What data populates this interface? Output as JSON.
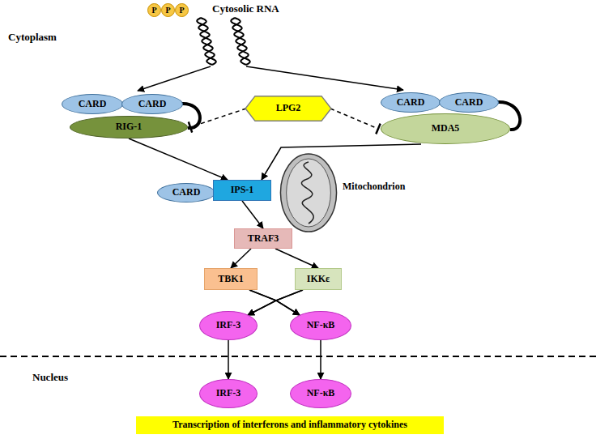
{
  "diagram": {
    "nodes": [
      {
        "text": [
          "P"
        ]
      },
      {
        "text": [
          "P"
        ]
      },
      {
        "text": [
          "P"
        ]
      },
      {
        "text": [
          "CARD"
        ]
      },
      {
        "text": [
          "CARD"
        ]
      },
      {
        "text": [
          "RIG-1"
        ]
      },
      {
        "text": [
          "LPG2"
        ]
      },
      {
        "text": [
          "CARD"
        ]
      },
      {
        "text": [
          "CARD"
        ]
      },
      {
        "text": [
          "MDA5"
        ]
      },
      {
        "text": [
          "CARD"
        ]
      },
      {
        "text": [
          "IPS-1"
        ]
      },
      {
        "text": [
          "Mitochondrion"
        ]
      },
      {
        "text": [
          "TRAF3"
        ]
      },
      {
        "text": [
          "TBK1"
        ]
      },
      {
        "text": [
          "IKKε"
        ]
      },
      {
        "text": [
          "IRF-3"
        ]
      },
      {
        "text": [
          "NF-κB"
        ]
      },
      {
        "text": [
          "IRF-3"
        ]
      },
      {
        "text": [
          "NF-κB"
        ]
      },
      {
        "text": [
          "Transcription of interferons and inflammatory cytokines"
        ]
      }
    ],
    "edges": [
      {
        "from": 6,
        "to": 5,
        "arrow": "to"
      },
      {
        "from": 6,
        "to": 9,
        "arrow": "to"
      },
      {
        "from": 5,
        "to": 11,
        "arrow": "to"
      },
      {
        "from": 9,
        "to": 11,
        "arrow": "to"
      },
      {
        "from": 11,
        "to": 13,
        "arrow": "to"
      },
      {
        "from": 13,
        "to": 14,
        "arrow": "to"
      },
      {
        "from": 13,
        "to": 15,
        "arrow": "to"
      },
      {
        "from": 14,
        "to": 16,
        "arrow": "to"
      },
      {
        "from": 14,
        "to": 17,
        "arrow": "to"
      },
      {
        "from": 15,
        "to": 16,
        "arrow": "to"
      },
      {
        "from": 15,
        "to": 17,
        "arrow": "to"
      },
      {
        "from": 16,
        "to": 18,
        "arrow": "to"
      },
      {
        "from": 17,
        "to": 19,
        "arrow": "to"
      }
    ],
    "labels": [
      "Cytosolic RNA",
      "Cytoplasm",
      "Nucleus"
    ]
  }
}
